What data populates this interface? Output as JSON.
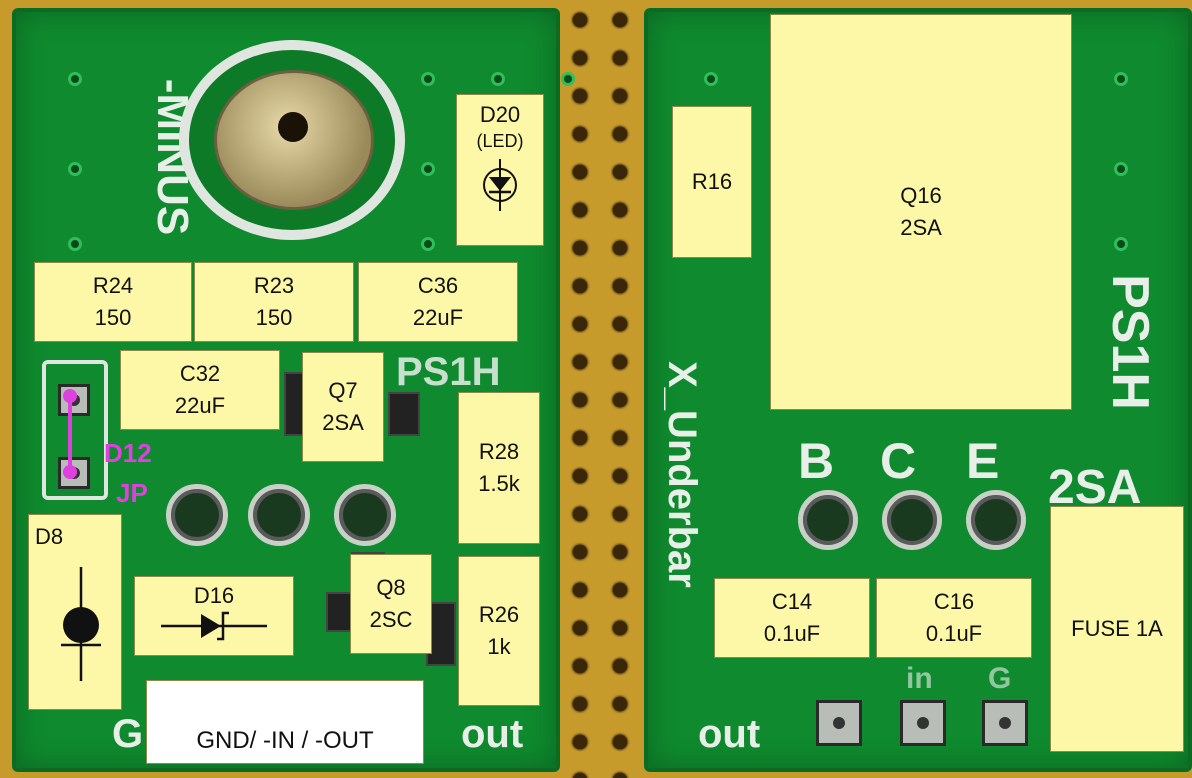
{
  "left_board": {
    "silk_minus": "-MINUS",
    "silk_ps1h": "PS1H",
    "silk_gnd": "G",
    "silk_out": "out",
    "components": {
      "d20": {
        "ref": "D20",
        "value": "(LED)"
      },
      "r24": {
        "ref": "R24",
        "value": "150"
      },
      "r23": {
        "ref": "R23",
        "value": "150"
      },
      "c36": {
        "ref": "C36",
        "value": "22uF"
      },
      "c32": {
        "ref": "C32",
        "value": "22uF"
      },
      "q7": {
        "ref": "Q7",
        "value": "2SA"
      },
      "r28": {
        "ref": "R28",
        "value": "1.5k"
      },
      "d8": {
        "ref": "D8"
      },
      "d16": {
        "ref": "D16"
      },
      "q8": {
        "ref": "Q8",
        "value": "2SC"
      },
      "r26": {
        "ref": "R26",
        "value": "1k"
      },
      "gnd_label": "GND/ -IN / -OUT"
    },
    "jumper": {
      "ref": "D12",
      "value": "JP",
      "color": "#e040e0"
    }
  },
  "right_board": {
    "silk_underbar": "X_Underbar",
    "silk_ps1h": "PS1H",
    "silk_2sa": "2SA",
    "silk_b": "B",
    "silk_c": "C",
    "silk_e": "E",
    "silk_out": "out",
    "silk_in": "in",
    "silk_g": "G",
    "components": {
      "r16": {
        "ref": "R16"
      },
      "q16": {
        "ref": "Q16",
        "value": "2SA"
      },
      "c14": {
        "ref": "C14",
        "value": "0.1uF"
      },
      "c16": {
        "ref": "C16",
        "value": "0.1uF"
      },
      "fuse": {
        "ref": "FUSE 1A"
      }
    }
  },
  "colors": {
    "pcb_green": "#0f8a2e",
    "label_yellow": "#fdf7a8",
    "silkscreen": "#e8efe9",
    "jumper_magenta": "#e040e0"
  }
}
